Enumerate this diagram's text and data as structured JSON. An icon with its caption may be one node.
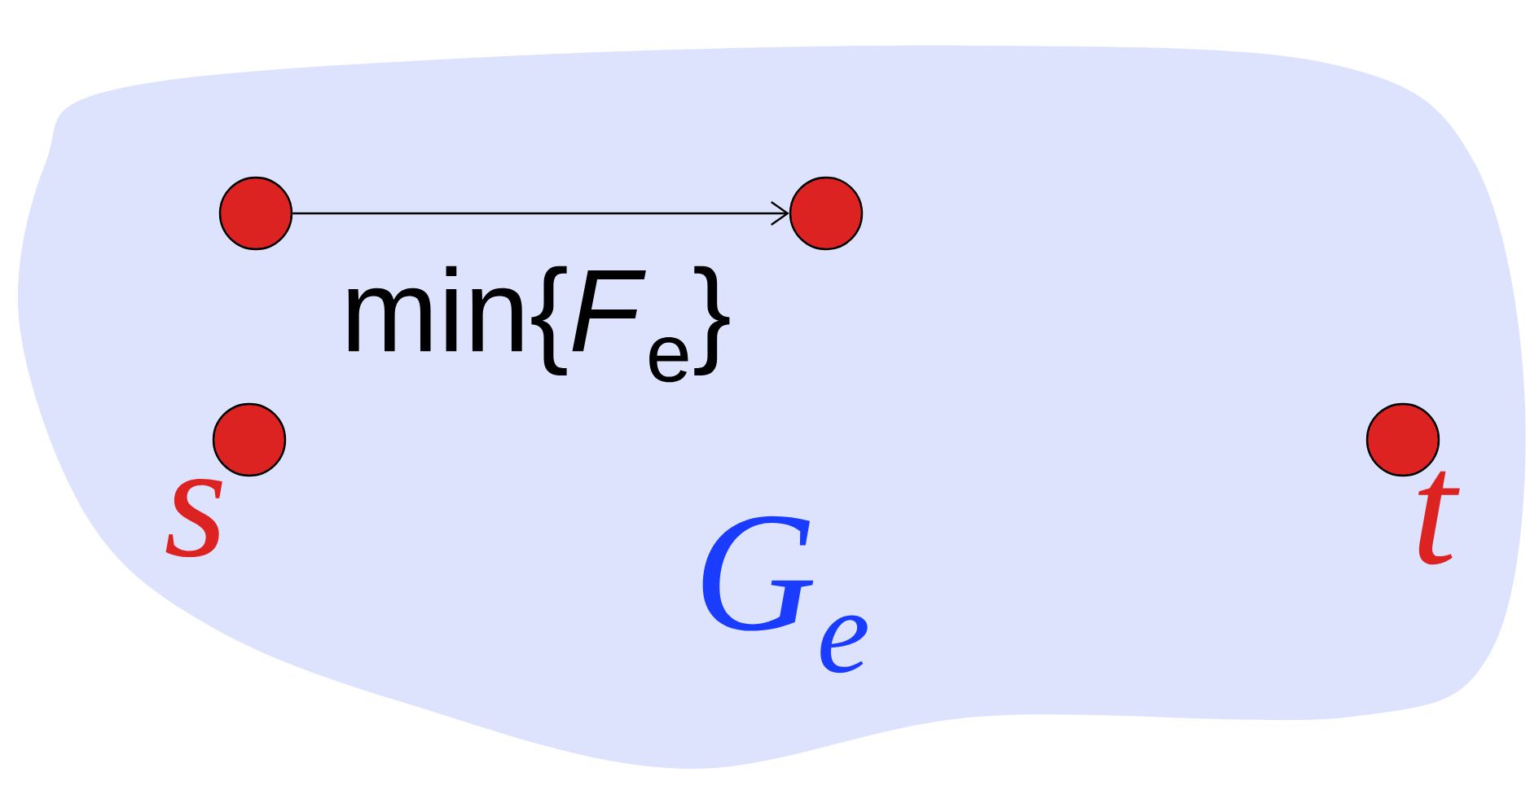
{
  "diagram": {
    "nodes": [
      {
        "text": [
          "G$_{e}$"
        ]
      },
      {
        "text": [],
        "shape": "circle",
        "in": 0
      },
      {
        "text": [],
        "shape": "circle",
        "in": 0
      },
      {
        "text": [],
        "shape": "circle",
        "in": 0,
        "beside": [
          "s"
        ]
      },
      {
        "text": [],
        "shape": "circle",
        "in": 0,
        "beside": [
          "t"
        ]
      }
    ],
    "edges": [
      {
        "from": 1,
        "to": 2,
        "arrow": "to",
        "label": "min{*F*$_{e}$}"
      }
    ]
  }
}
